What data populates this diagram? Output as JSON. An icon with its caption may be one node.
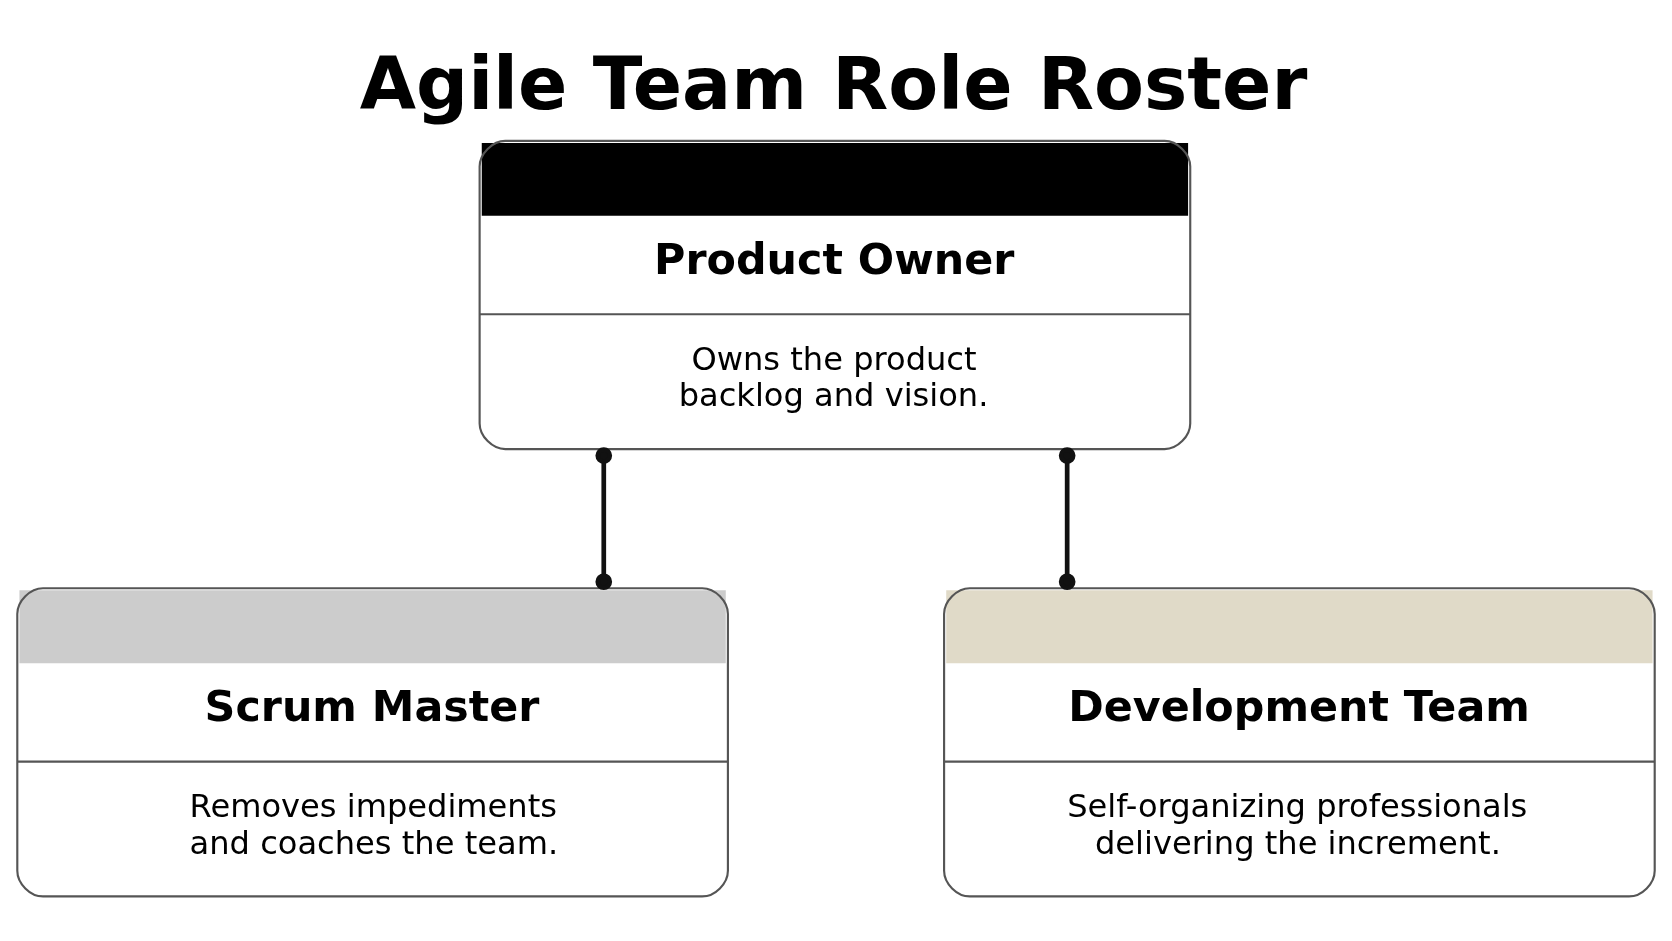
{
  "diagram": {
    "title": "Agile Team Role Roster",
    "nodes": [
      {
        "text": [
          "Product Owner",
          "Owns the product backlog and vision."
        ]
      },
      {
        "text": [
          "Scrum Master",
          "Removes impediments and coaches the team."
        ]
      },
      {
        "text": [
          "Development Team",
          "Self-organizing professionals delivering the increment."
        ]
      }
    ],
    "edges": [
      {
        "from": 0,
        "to": 1,
        "arrow": "other"
      },
      {
        "from": 0,
        "to": 2,
        "arrow": "other"
      }
    ]
  }
}
